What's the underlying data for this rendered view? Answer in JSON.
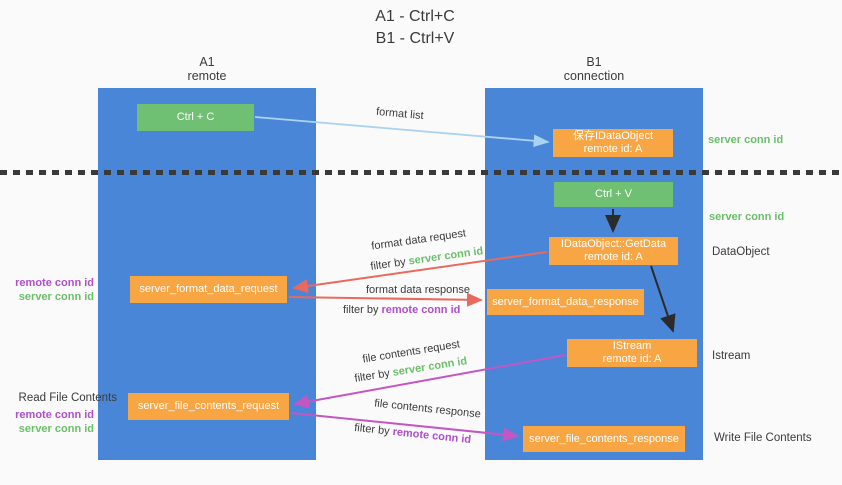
{
  "title": {
    "line1": "A1 - Ctrl+C",
    "line2": "B1 - Ctrl+V"
  },
  "lifelines": {
    "a1": {
      "name": "A1",
      "role": "remote"
    },
    "b1": {
      "name": "B1",
      "role": "connection"
    }
  },
  "nodes": {
    "ctrl_c": {
      "label": "Ctrl + C"
    },
    "ctrl_v": {
      "label": "Ctrl + V"
    },
    "save_idataobject": {
      "line1": "保存IDataObject",
      "line2": "remote id: A"
    },
    "getdata": {
      "line1": "IDataObject::GetData",
      "line2": "remote id: A"
    },
    "istream": {
      "line1": "IStream",
      "line2": "remote id: A"
    },
    "format_request": {
      "label": "server_format_data_request"
    },
    "format_response": {
      "label": "server_format_data_response"
    },
    "file_request": {
      "label": "server_file_contents_request"
    },
    "file_response": {
      "label": "server_file_contents_response"
    }
  },
  "edge_labels": {
    "format_list": "format list",
    "format_data_request": "format data request",
    "format_req_filter_prefix": "filter by ",
    "format_req_filter_key": "server conn id",
    "format_data_response": "format data response",
    "format_resp_filter_prefix": "filter by ",
    "format_resp_filter_key": "remote conn id",
    "file_contents_request": "file contents request",
    "file_req_filter_prefix": "filter by ",
    "file_req_filter_key": "server conn id",
    "file_contents_response": "file contents response",
    "file_resp_filter_prefix": "filter by ",
    "file_resp_filter_key": "remote conn id"
  },
  "side_labels": {
    "right_server_conn_id_top": "server conn id",
    "right_server_conn_id_mid": "server conn id",
    "right_dataobject": "DataObject",
    "right_istream": "Istream",
    "right_write_file_contents": "Write File Contents",
    "left_remote_conn_id_top": "remote conn id",
    "left_server_conn_id_top": "server conn id",
    "left_read_file_contents": "Read File Contents",
    "left_remote_conn_id_bottom": "remote conn id",
    "left_server_conn_id_bottom": "server conn id"
  },
  "colors": {
    "background": "#fafafa",
    "lifeline_blue": "#4a86d8",
    "node_green": "#6fc073",
    "node_orange": "#f8a544",
    "arrow_blue": "#a9d3ee",
    "arrow_red": "#e9695e",
    "arrow_magenta": "#c356c3",
    "arrow_black": "#2b2b2b",
    "text_green": "#6abf69",
    "text_purple": "#ae4fcb",
    "text_dark": "#3b3b3b"
  }
}
